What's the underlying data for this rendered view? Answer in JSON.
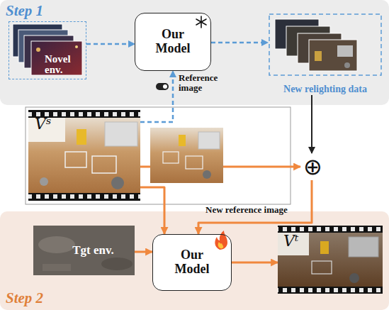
{
  "diagram": {
    "nodes": [
      {
        "text": [
          "Novel env."
        ]
      },
      {
        "text": [
          "Our Model"
        ]
      },
      {
        "text": [
          "New relighting data"
        ]
      },
      {
        "text": [
          "Vˢ"
        ]
      },
      {
        "text": [
          "⊕"
        ]
      },
      {
        "text": [
          "Tgt env."
        ]
      },
      {
        "text": [
          "Our Model"
        ]
      },
      {
        "text": [
          "Vᵗ"
        ]
      }
    ],
    "edges": [
      {
        "from": 0,
        "to": 1,
        "arrow": "to"
      },
      {
        "from": 1,
        "to": 2,
        "arrow": "to"
      },
      {
        "from": 3,
        "to": 1,
        "arrow": "to",
        "label": "Reference image"
      },
      {
        "from": 2,
        "to": 4,
        "arrow": "to"
      },
      {
        "from": 3,
        "to": 4,
        "arrow": "to"
      },
      {
        "from": 4,
        "to": 6,
        "arrow": "to",
        "label": "New reference image"
      },
      {
        "from": 3,
        "to": 6,
        "arrow": "to"
      },
      {
        "from": 5,
        "to": 6,
        "arrow": "to"
      },
      {
        "from": 6,
        "to": 7,
        "arrow": "to"
      }
    ],
    "labels": [
      "Step 1",
      "Step 2"
    ]
  }
}
